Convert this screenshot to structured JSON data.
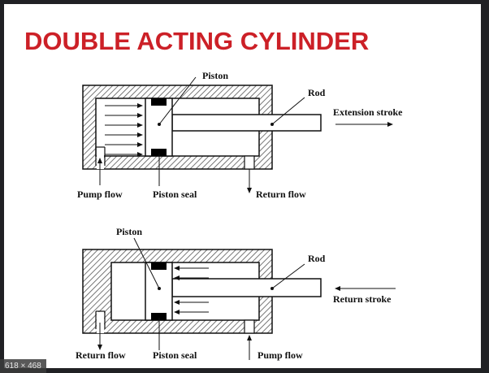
{
  "title": "DOUBLE ACTING CYLINDER",
  "top_diagram": {
    "piston_label": "Piston",
    "rod_label": "Rod",
    "stroke_label": "Extension stroke",
    "pump_label": "Pump flow",
    "seal_label": "Piston seal",
    "return_label": "Return flow"
  },
  "bottom_diagram": {
    "piston_label": "Piston",
    "rod_label": "Rod",
    "stroke_label": "Return  stroke",
    "return_label": "Return  flow",
    "seal_label": "Piston seal",
    "pump_label": "Pump flow"
  },
  "image_size_badge": "618 × 468",
  "colors": {
    "title": "#cc2027",
    "line": "#111111",
    "hatch": "#555555",
    "seal": "#000000"
  }
}
